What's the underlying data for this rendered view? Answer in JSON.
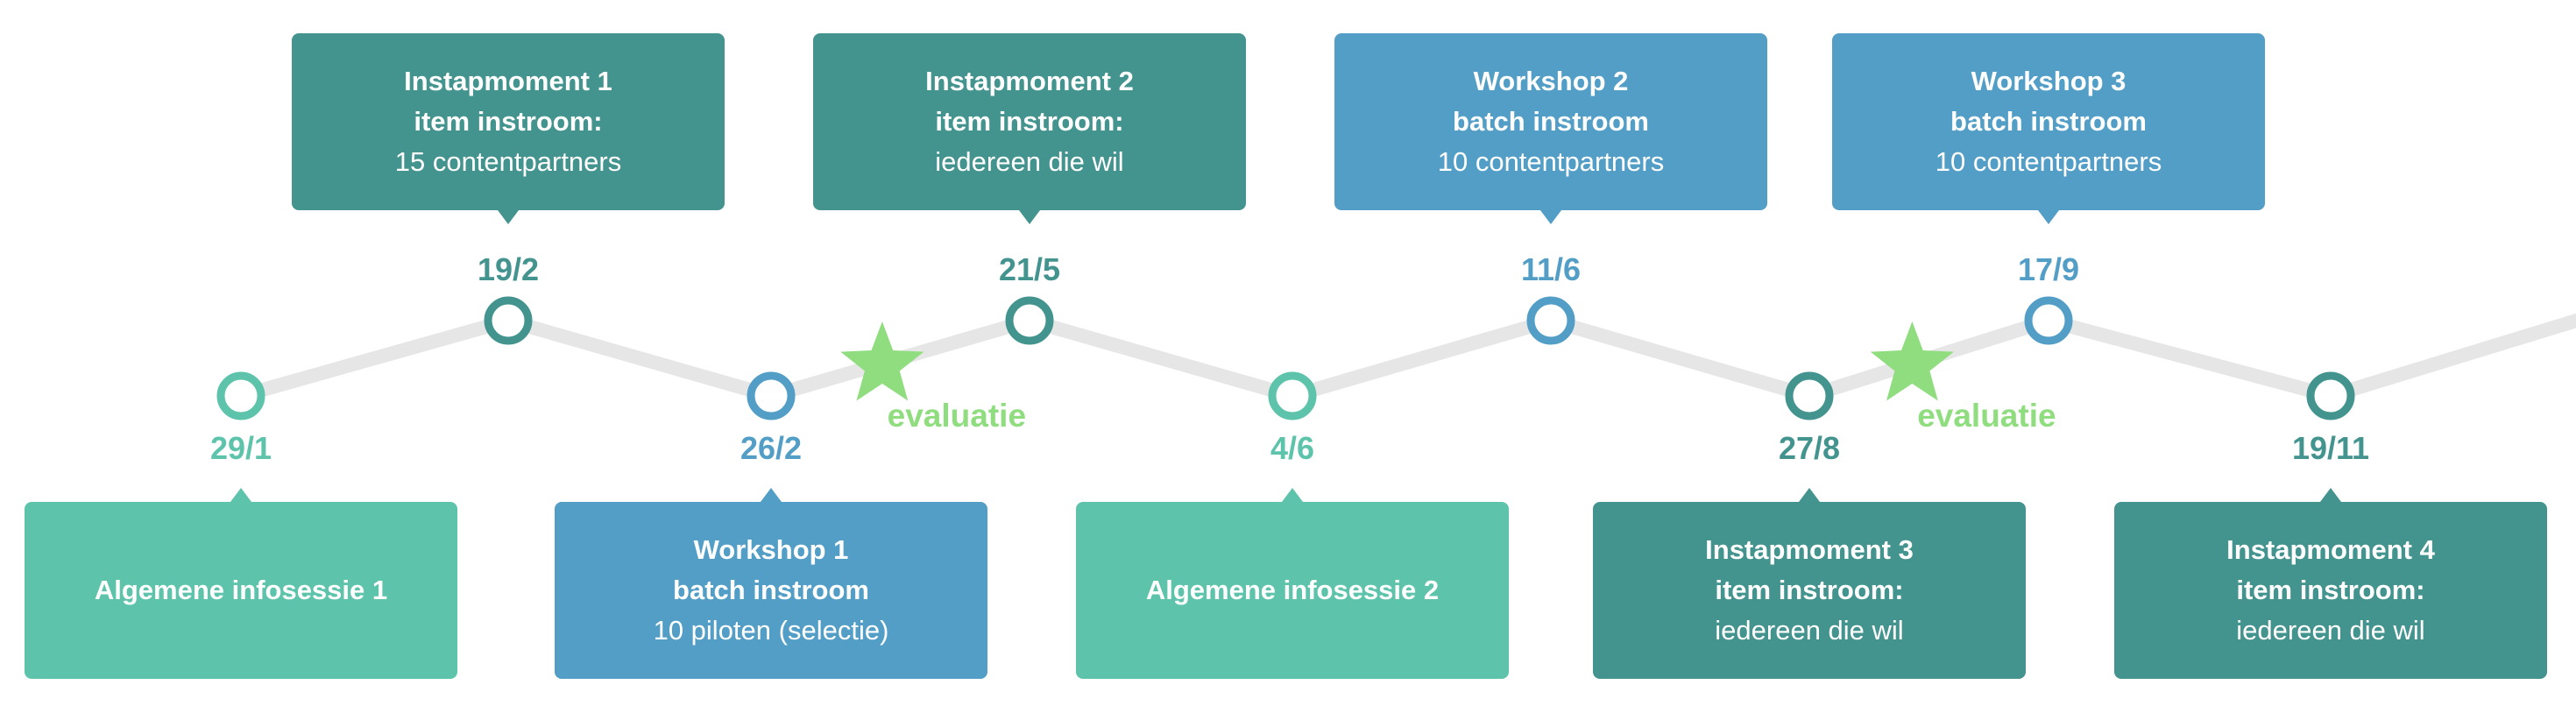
{
  "colors": {
    "teal": "#43938f",
    "blue": "#529ec6",
    "mint": "#5dc4ab",
    "star": "#90dd80",
    "line": "#e6e6e6"
  },
  "events": [
    {
      "date": "29/1",
      "color": "mint",
      "position": "below",
      "title": [
        "Algemene infosessie 1"
      ],
      "detail": ""
    },
    {
      "date": "19/2",
      "color": "teal",
      "position": "above",
      "title": [
        "Instapmoment 1",
        "item instroom:"
      ],
      "detail": "15 contentpartners"
    },
    {
      "date": "26/2",
      "color": "blue",
      "position": "below",
      "title": [
        "Workshop 1",
        "batch instroom"
      ],
      "detail": "10 piloten (selectie)"
    },
    {
      "date": "21/5",
      "color": "teal",
      "position": "above",
      "title": [
        "Instapmoment 2",
        "item instroom:"
      ],
      "detail": "iedereen die wil"
    },
    {
      "date": "4/6",
      "color": "mint",
      "position": "below",
      "title": [
        "Algemene infosessie 2"
      ],
      "detail": ""
    },
    {
      "date": "11/6",
      "color": "blue",
      "position": "above",
      "title": [
        "Workshop 2",
        "batch instroom"
      ],
      "detail": "10 contentpartners"
    },
    {
      "date": "27/8",
      "color": "teal",
      "position": "below",
      "title": [
        "Instapmoment 3",
        "item instroom:"
      ],
      "detail": "iedereen die wil"
    },
    {
      "date": "17/9",
      "color": "blue",
      "position": "above",
      "title": [
        "Workshop 3",
        "batch instroom"
      ],
      "detail": "10 contentpartners"
    },
    {
      "date": "19/11",
      "color": "teal",
      "position": "below",
      "title": [
        "Instapmoment 4",
        "item instroom:"
      ],
      "detail": "iedereen die wil"
    }
  ],
  "milestones": [
    {
      "label": "evaluatie",
      "after_event": 2
    },
    {
      "label": "evaluatie",
      "after_event": 6
    }
  ]
}
